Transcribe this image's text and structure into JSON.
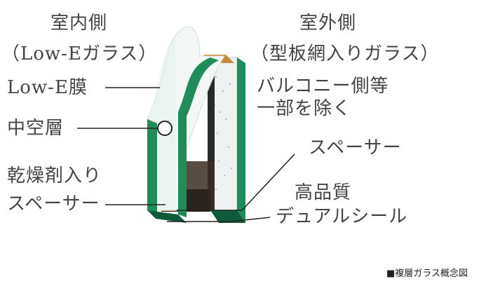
{
  "diagram": {
    "labels": {
      "interior_side": "室内側",
      "interior_glass": "（Low-Eガラス）",
      "lowe_film": "Low-E膜",
      "air_layer": "中空層",
      "desiccant_spacer_line1": "乾燥剤入り",
      "desiccant_spacer_line2": "スペーサー",
      "exterior_side": "室外側",
      "exterior_glass": "（型板網入りガラス）",
      "balcony_line1": "バルコニー側等",
      "balcony_line2": "一部を除く",
      "spacer": "スペーサー",
      "seal_line1": "高品質",
      "seal_line2": "デュアルシール"
    },
    "caption": "■複層ガラス概念図"
  },
  "colors": {
    "glass_edge": "#1f8c5a",
    "glass_edge_dark": "#0f5a3a",
    "glass_face": "#e8f2ee",
    "spacer": "#3a2e24",
    "desiccant": "#c98a3c",
    "leader": "#222222"
  }
}
